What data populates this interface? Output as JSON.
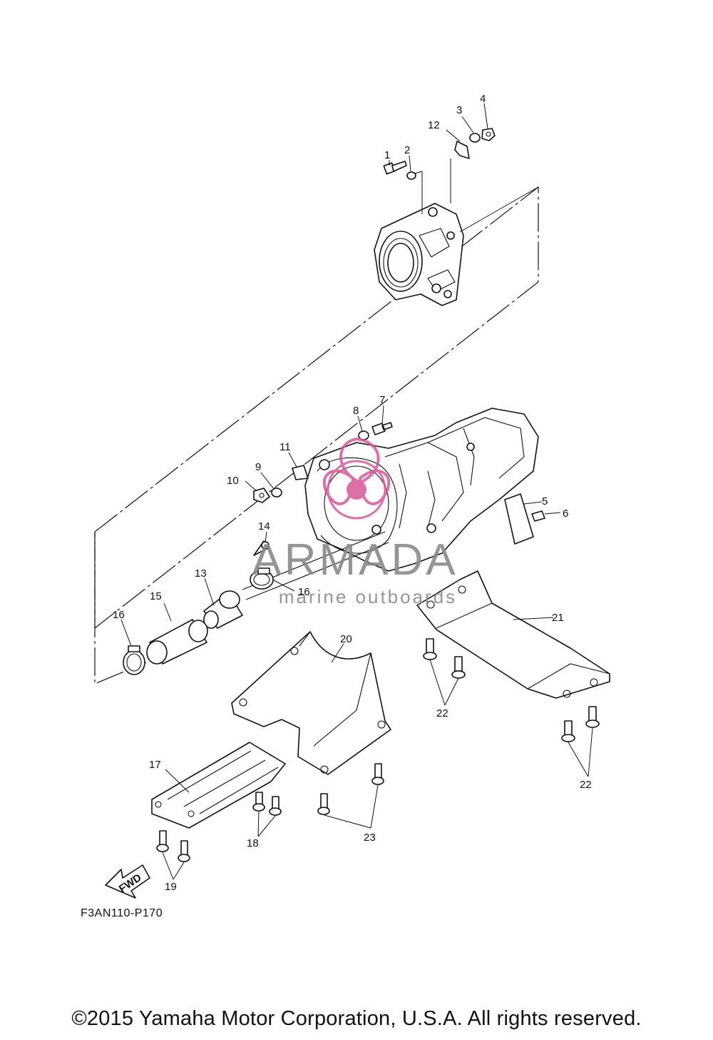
{
  "labels": [
    "1",
    "2",
    "3",
    "4",
    "5",
    "6",
    "7",
    "8",
    "9",
    "10",
    "11",
    "12",
    "13",
    "14",
    "15",
    "16",
    "16",
    "17",
    "18",
    "19",
    "20",
    "21",
    "22",
    "22",
    "23"
  ],
  "watermark": {
    "brand": "ARMADA",
    "tagline": "marine outboards",
    "colors": {
      "logo": "#d8579a",
      "text": "#8a8a8a"
    }
  },
  "forward_arrow": "FWD",
  "diagram_code": "F3AN110-P170",
  "copyright": "©2015 Yamaha Motor Corporation, U.S.A. All rights reserved."
}
